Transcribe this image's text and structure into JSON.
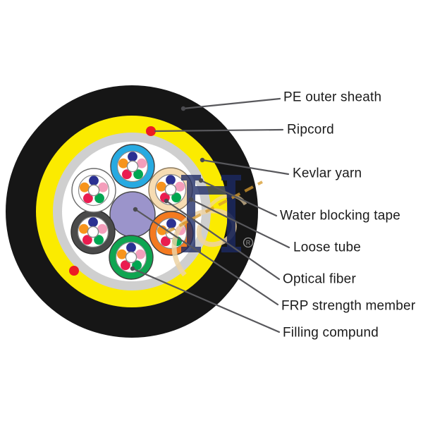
{
  "page": {
    "background": "#FFFFFF"
  },
  "diagram": {
    "type": "fiber-optic-cable-cross-section",
    "labels": [
      {
        "id": "pe-outer-sheath",
        "text": "PE outer sheath"
      },
      {
        "id": "ripcord",
        "text": "Ripcord"
      },
      {
        "id": "kevlar-yarn",
        "text": "Kevlar yarn"
      },
      {
        "id": "water-blocking-tape",
        "text": "Water blocking tape"
      },
      {
        "id": "loose-tube",
        "text": "Loose tube"
      },
      {
        "id": "optical-fiber",
        "text": "Optical fiber"
      },
      {
        "id": "frp-strength-member",
        "text": "FRP strength member"
      },
      {
        "id": "filling-compound",
        "text": "Filling compund"
      }
    ],
    "watermark": {
      "registered_mark": "R"
    },
    "colors": {
      "sheath_black": "#161616",
      "kevlar_yellow": "#FBEB00",
      "tape_gray": "#CFCFCF",
      "interior_white": "#FFFFFF",
      "frp_purple": "#9B94CB",
      "ripcord_red": "#EC1B23",
      "tube_cyan": "#27AAE1",
      "tube_tan": "#F6DCB3",
      "tube_orange": "#F47A20",
      "tube_green": "#0FA551",
      "tube_dark_gray": "#4A4A4A",
      "tube_white": "#FFFFFF",
      "fiber_navy": "#2B3192",
      "fiber_pink": "#F49EBB",
      "fiber_green": "#00A651",
      "fiber_crimson": "#EA1D50",
      "fiber_orange": "#F7941D",
      "leader_line": "#58585C",
      "leader_dot": "#4B4B50",
      "watermark_navy": "#1D2A64",
      "watermark_gold": "#D89B2D",
      "watermark_cream": "#EDD3A4",
      "watermark_gray": "#ABABAB"
    }
  }
}
